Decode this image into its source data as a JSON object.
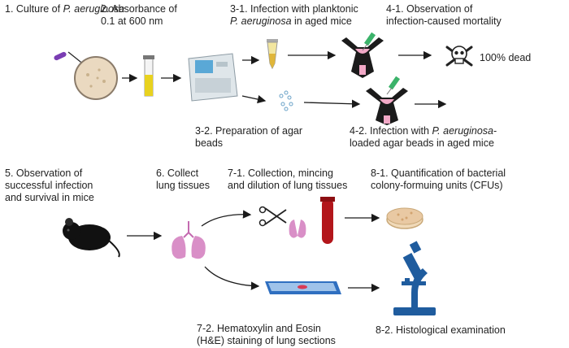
{
  "steps": {
    "s1": {
      "line1_pre": "1. Culture of ",
      "line1_italic": "P. aeruginosa"
    },
    "s2": {
      "line1": "2. Absorbance of",
      "line2": "0.1 at 600 nm"
    },
    "s31": {
      "line1": "3-1. Infection with planktonic",
      "line2_italic": "P. aeruginosa",
      "line2_post": " in aged mice"
    },
    "s41": {
      "line1": "4-1. Observation of",
      "line2": "infection-caused mortality"
    },
    "dead": "100% dead",
    "s32": {
      "line1": "3-2. Preparation of agar",
      "line2": "beads"
    },
    "s42": {
      "line1_pre": "4-2. Infection with ",
      "line1_italic": "P. aeruginosa",
      "line1_post": "-",
      "line2": "loaded agar beads in aged mice"
    },
    "s5": {
      "line1": "5. Observation of",
      "line2": "successful infection",
      "line3": "and survival in mice"
    },
    "s6": {
      "line1": "6. Collect",
      "line2": "lung tissues"
    },
    "s71": {
      "line1": "7-1. Collection, mincing",
      "line2": "and dilution of lung tissues"
    },
    "s81": {
      "line1": "8-1. Quantification of bacterial",
      "line2": "colony-formuing units (CFUs)"
    },
    "s72": {
      "line1": "7-2. Hematoxylin and Eosin",
      "line2": "(H&E) staining of lung sections"
    },
    "s82": {
      "line1": "8-2. Histological examination"
    }
  },
  "colors": {
    "arrow": "#1a1a1a",
    "lung": "#d98fc7",
    "blood": "#b3161b",
    "microscope": "#1f5c9e",
    "plate": "#e9c9a3",
    "slide": "#2f6fc0",
    "mouse": "#111111"
  }
}
